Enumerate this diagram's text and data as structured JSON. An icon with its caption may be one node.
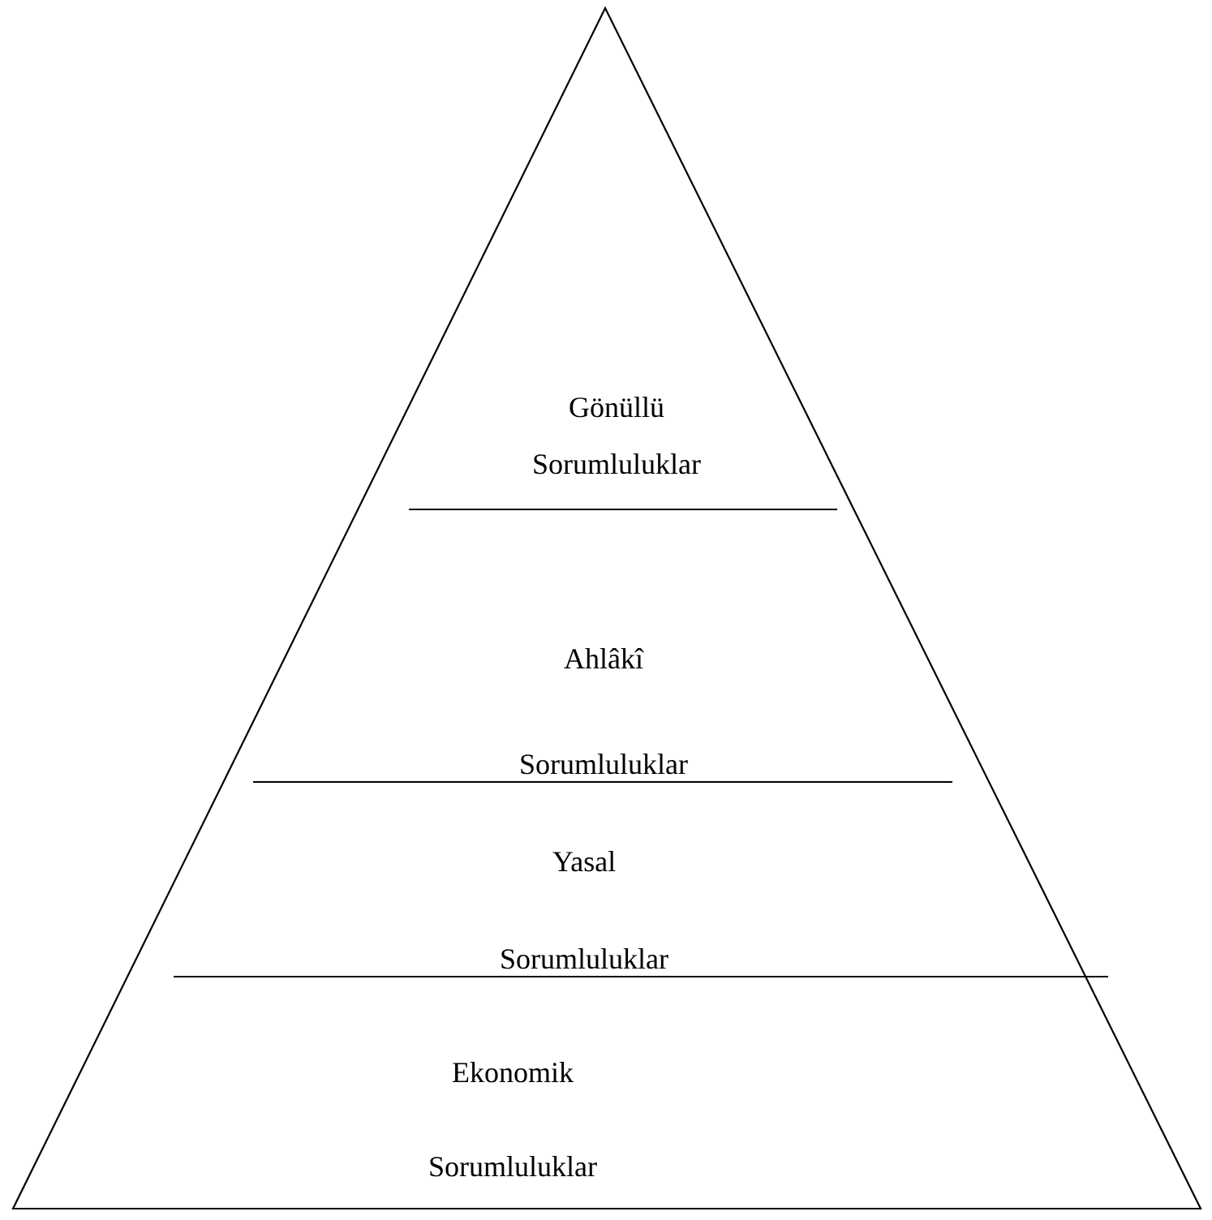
{
  "diagram": {
    "nodes": [
      {
        "text": [
          "Gönüllü Sorumluluklar"
        ]
      },
      {
        "text": [
          "Ahlâkî Sorumluluklar"
        ]
      },
      {
        "text": [
          "Yasal Sorumluluklar"
        ]
      },
      {
        "text": [
          "Ekonomik Sorumluluklar"
        ]
      }
    ]
  }
}
